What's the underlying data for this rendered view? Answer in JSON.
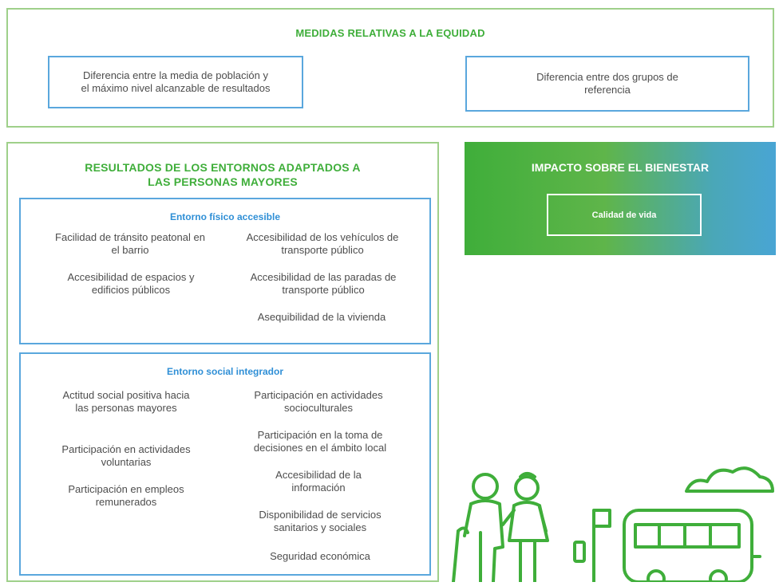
{
  "equity": {
    "title": "MEDIDAS RELATIVAS A LA EQUIDAD",
    "boxes": [
      "Diferencia entre la media de población y el máximo nivel alcanzable de resultados",
      "Diferencia entre dos grupos de referencia"
    ]
  },
  "results": {
    "title_line1": "RESULTADOS DE LOS ENTORNOS ADAPTADOS A",
    "title_line2": "LAS PERSONAS MAYORES",
    "physical": {
      "title": "Entorno físico accesible",
      "left": [
        "Facilidad de tránsito peatonal en el barrio",
        "Accesibilidad de espacios y edificios públicos"
      ],
      "right": [
        "Accesibilidad de los vehículos de transporte público",
        "Accesibilidad de las paradas de transporte público",
        "Asequibilidad de la vivienda"
      ]
    },
    "social": {
      "title": "Entorno social integrador",
      "left": [
        "Actitud social positiva hacia las personas mayores",
        "Participación en actividades voluntarias",
        "Participación en empleos remunerados"
      ],
      "right": [
        "Participación en actividades socioculturales",
        "Participación en la toma de decisiones en el ámbito local",
        "Accesibilidad de la información",
        "Disponibilidad de servicios sanitarios y sociales",
        "Seguridad económica"
      ]
    }
  },
  "impact": {
    "title": "IMPACTO SOBRE EL BIENESTAR",
    "box": "Calidad de vida"
  },
  "colors": {
    "green": "#3fae3a",
    "blue": "#2f8fd6",
    "frame_green": "#9fd08a",
    "frame_blue": "#5aa7dd"
  },
  "icons": [
    "elderly-couple-icon",
    "bus-stop-icon",
    "bus-icon",
    "cloud-icon"
  ]
}
